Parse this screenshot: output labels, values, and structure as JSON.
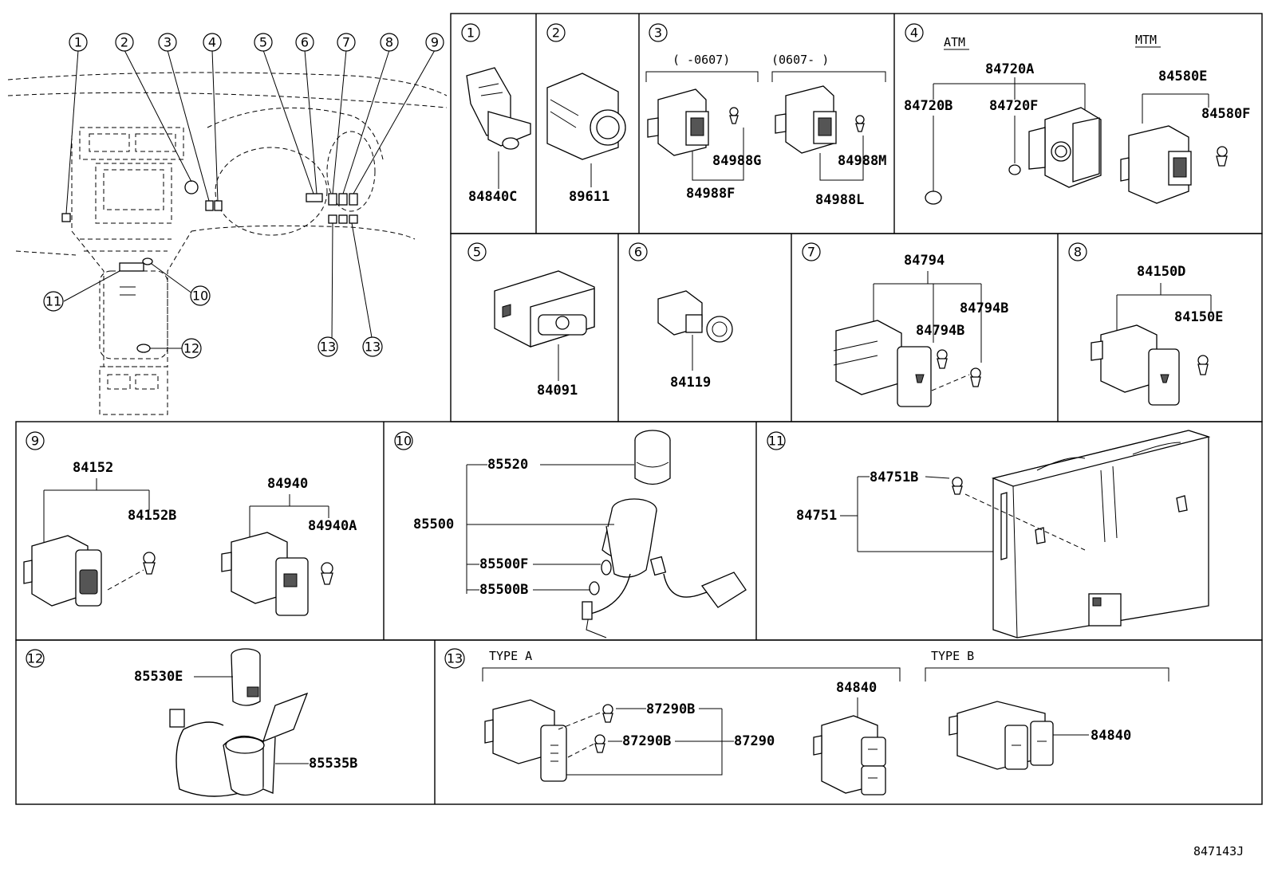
{
  "callouts_left": [
    "1",
    "2",
    "3",
    "4",
    "5",
    "6",
    "7",
    "8",
    "9",
    "11",
    "10",
    "12",
    "13",
    "13"
  ],
  "panels": {
    "p1": {
      "num": "1",
      "labels": [
        "84840C"
      ]
    },
    "p2": {
      "num": "2",
      "labels": [
        "89611"
      ]
    },
    "p3": {
      "num": "3",
      "range_a": "(      -0607)",
      "range_b": "(0607-      )",
      "labels": [
        "84988G",
        "84988F",
        "84988M",
        "84988L"
      ]
    },
    "p4": {
      "num": "4",
      "atm": "ATM",
      "mtm": "MTM",
      "labels": [
        "84720A",
        "84720B",
        "84720F",
        "84580E",
        "84580F"
      ]
    },
    "p5": {
      "num": "5",
      "labels": [
        "84091"
      ]
    },
    "p6": {
      "num": "6",
      "labels": [
        "84119"
      ]
    },
    "p7": {
      "num": "7",
      "labels": [
        "84794",
        "84794B",
        "84794B"
      ]
    },
    "p8": {
      "num": "8",
      "labels": [
        "84150D",
        "84150E"
      ]
    },
    "p9": {
      "num": "9",
      "labels": [
        "84152",
        "84152B",
        "84940",
        "84940A"
      ]
    },
    "p10": {
      "num": "10",
      "labels": [
        "85520",
        "85500",
        "85500F",
        "85500B"
      ]
    },
    "p11": {
      "num": "11",
      "labels": [
        "84751B",
        "84751"
      ]
    },
    "p12": {
      "num": "12",
      "labels": [
        "85530E",
        "85535B"
      ]
    },
    "p13": {
      "num": "13",
      "type_a": "TYPE A",
      "type_b": "TYPE B",
      "labels": [
        "87290B",
        "87290B",
        "87290",
        "84840",
        "84840"
      ]
    }
  },
  "diagram_id": "847143J"
}
